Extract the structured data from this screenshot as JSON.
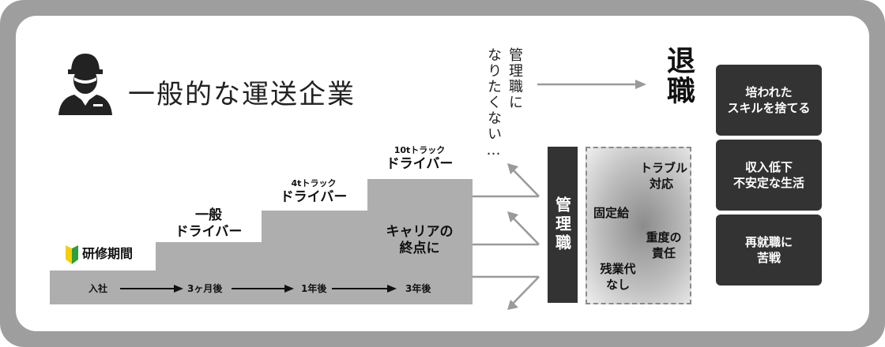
{
  "header": {
    "title": "一般的な運送企業"
  },
  "steps": {
    "training": "研修期間",
    "general_driver": {
      "line1": "一般",
      "line2": "ドライバー"
    },
    "truck_4t": {
      "small": "4tトラック",
      "label": "ドライバー"
    },
    "truck_10t": {
      "small": "10tトラック",
      "label": "ドライバー"
    },
    "career_end": {
      "line1": "キャリアの",
      "line2": "終点に"
    }
  },
  "timeline": [
    "入社",
    "3ヶ月後",
    "1年後",
    "3年後"
  ],
  "no_management_text": "管理職に なりたくない…",
  "no_management_col1": "管理職に",
  "no_management_col2": "なりたくない…",
  "retire": "退職",
  "management": {
    "title": "管理職",
    "items": [
      {
        "line1": "トラブル",
        "line2": "対応"
      },
      {
        "line1": "固定給",
        "line2": ""
      },
      {
        "line1": "重度の",
        "line2": "責任"
      },
      {
        "line1": "残業代",
        "line2": "なし"
      }
    ]
  },
  "outcomes": [
    "培われた\nスキルを捨てる",
    "収入低下\n不安定な生活",
    "再就職に\n苦戦"
  ],
  "colors": {
    "dark": "#333333",
    "step_gray": "#aeaeae",
    "frame": "#9e9e9e",
    "beginner_green": "#2e9e3e",
    "beginner_yellow": "#f5d000"
  }
}
